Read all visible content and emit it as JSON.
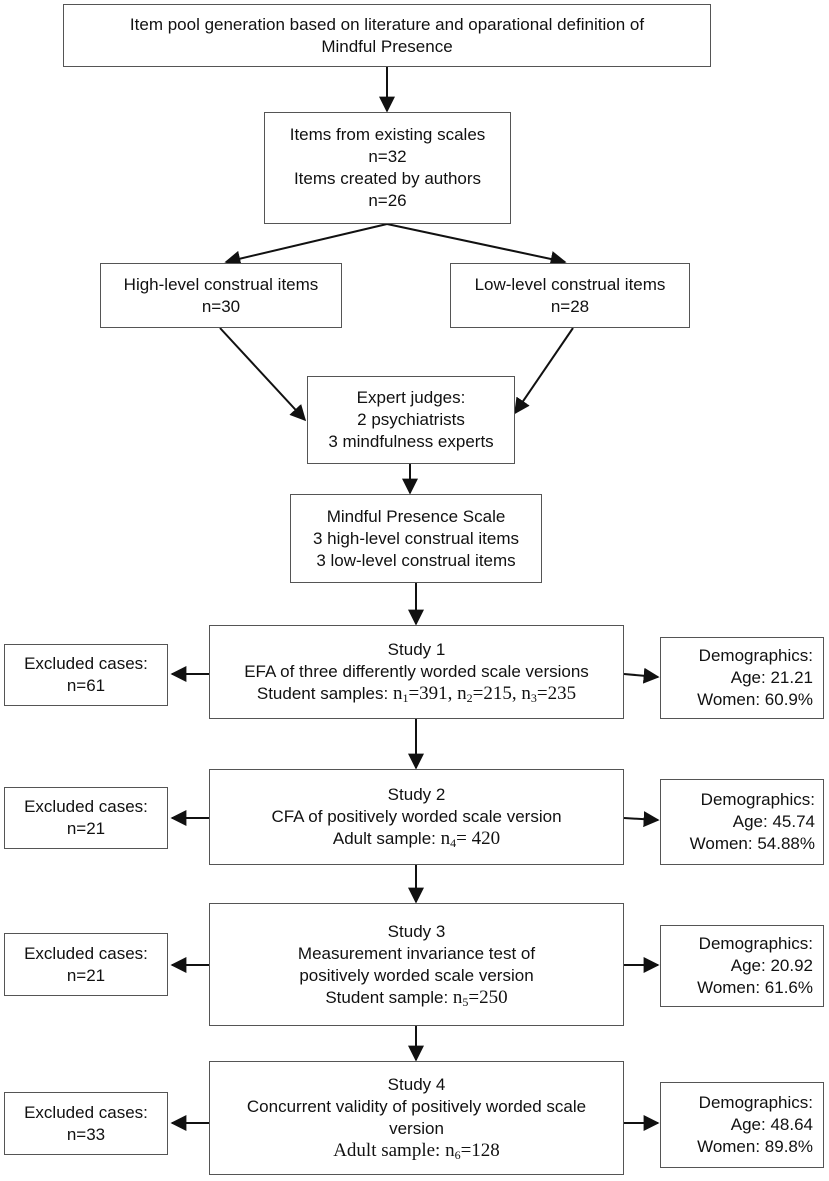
{
  "pool": {
    "line1": "Item pool generation based on literature and oparational definition of",
    "line2": "Mindful Presence"
  },
  "items": {
    "line1": "Items from existing scales",
    "line2": "n=32",
    "line3": "Items created by authors",
    "line4": "n=26"
  },
  "high": {
    "line1": "High-level construal items",
    "line2": "n=30"
  },
  "low": {
    "line1": "Low-level construal items",
    "line2": "n=28"
  },
  "experts": {
    "line1": "Expert judges:",
    "line2": "2 psychiatrists",
    "line3": "3 mindfulness experts"
  },
  "scale": {
    "line1": "Mindful Presence Scale",
    "line2": "3 high-level construal items",
    "line3": "3 low-level construal items"
  },
  "study1": {
    "title": "Study 1",
    "desc": "EFA of three differently worded scale versions",
    "sample_label": "Student samples: ",
    "n1": "n",
    "n1_sub": "1",
    "n1_val": "=391, ",
    "n2": "n",
    "n2_sub": "2",
    "n2_val": "=215, ",
    "n3": "n",
    "n3_sub": "3",
    "n3_val": "=235",
    "excluded_label": "Excluded cases:",
    "excluded_n": "n=61",
    "demo_title": "Demographics:",
    "demo_age": "Age: 21.21",
    "demo_women": "Women: 60.9%"
  },
  "study2": {
    "title": "Study 2",
    "desc": "CFA of positively worded scale version",
    "sample_label": "Adult sample: ",
    "n": "n",
    "n_sub": "4",
    "n_val": "= 420",
    "excluded_label": "Excluded cases:",
    "excluded_n": "n=21",
    "demo_title": "Demographics:",
    "demo_age": "Age: 45.74",
    "demo_women": "Women: 54.88%"
  },
  "study3": {
    "title": "Study 3",
    "desc1": "Measurement invariance test of",
    "desc2": "positively worded scale version",
    "sample_label": "Student sample: ",
    "n": "n",
    "n_sub": "5",
    "n_val": "=250",
    "excluded_label": "Excluded cases:",
    "excluded_n": "n=21",
    "demo_title": "Demographics:",
    "demo_age": "Age: 20.92",
    "demo_women": "Women: 61.6%"
  },
  "study4": {
    "title": "Study 4",
    "desc1": "Concurrent validity of positively worded scale",
    "desc2": "version",
    "sample_label": "Adult sample: ",
    "n": "n",
    "n_sub": "6",
    "n_val": "=128",
    "excluded_label": "Excluded cases:",
    "excluded_n": "n=33",
    "demo_title": "Demographics:",
    "demo_age": "Age: 48.64",
    "demo_women": "Women: 89.8%"
  }
}
